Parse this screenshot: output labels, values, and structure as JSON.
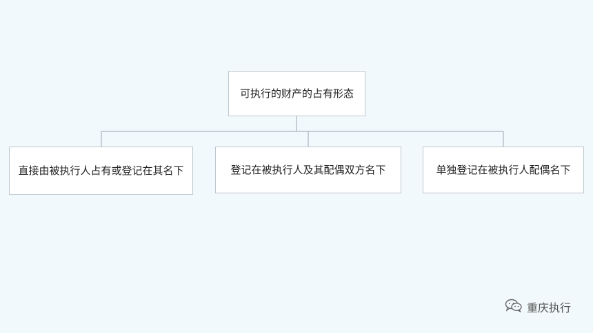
{
  "root": {
    "label": "可执行的财产的占有形态"
  },
  "children": [
    {
      "label": "直接由被执行人占有或登记在其名下"
    },
    {
      "label": "登记在被执行人及其配偶双方名下"
    },
    {
      "label": "单独登记在被执行人配偶名下"
    }
  ],
  "watermark": {
    "text": "重庆执行",
    "icon": "wechat-icon"
  },
  "colors": {
    "background": "#f2f9fc",
    "connector": "#aab4ba",
    "border": "#bcc6cc"
  }
}
